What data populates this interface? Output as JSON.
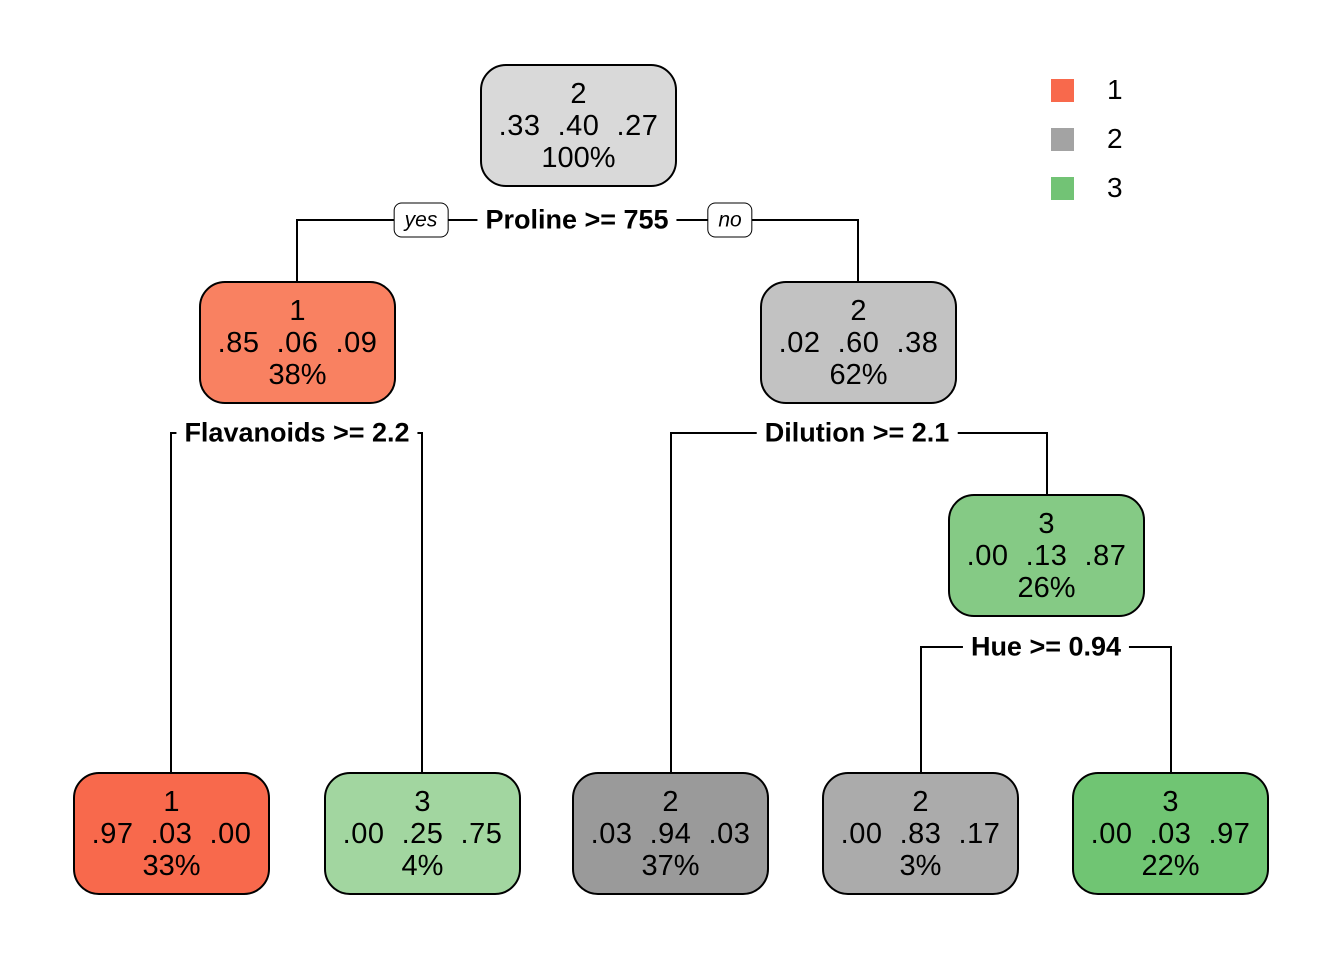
{
  "figure": {
    "background": "#FFFFFF",
    "line_color": "#000000"
  },
  "legend": {
    "items": [
      {
        "label": "1",
        "color": "#F8694C"
      },
      {
        "label": "2",
        "color": "#A3A3A3"
      },
      {
        "label": "3",
        "color": "#72C375"
      }
    ]
  },
  "splits": {
    "proline": {
      "label": "Proline >= 755",
      "yes_label": "yes",
      "no_label": "no"
    },
    "flavanoids": {
      "label": "Flavanoids >= 2.2"
    },
    "dilution": {
      "label": "Dilution >= 2.1"
    },
    "hue": {
      "label": "Hue >= 0.94"
    }
  },
  "nodes": {
    "root": {
      "class_label": "2",
      "probs": ".33  .40  .27",
      "percent": "100%",
      "color": "#D9D9D9"
    },
    "node_38": {
      "class_label": "1",
      "probs": ".85  .06  .09",
      "percent": "38%",
      "color": "#F98161"
    },
    "node_62": {
      "class_label": "2",
      "probs": ".02  .60  .38",
      "percent": "62%",
      "color": "#C2C2C2"
    },
    "node_26": {
      "class_label": "3",
      "probs": ".00  .13  .87",
      "percent": "26%",
      "color": "#85CA85"
    },
    "leaf_33": {
      "class_label": "1",
      "probs": ".97  .03  .00",
      "percent": "33%",
      "color": "#F8694C"
    },
    "leaf_4": {
      "class_label": "3",
      "probs": ".00  .25  .75",
      "percent": "4%",
      "color": "#A2D6A0"
    },
    "leaf_37": {
      "class_label": "2",
      "probs": ".03  .94  .03",
      "percent": "37%",
      "color": "#9A9A9A"
    },
    "leaf_3": {
      "class_label": "2",
      "probs": ".00  .83  .17",
      "percent": "3%",
      "color": "#ABABAB"
    },
    "leaf_22": {
      "class_label": "3",
      "probs": ".00  .03  .97",
      "percent": "22%",
      "color": "#70C573"
    }
  }
}
